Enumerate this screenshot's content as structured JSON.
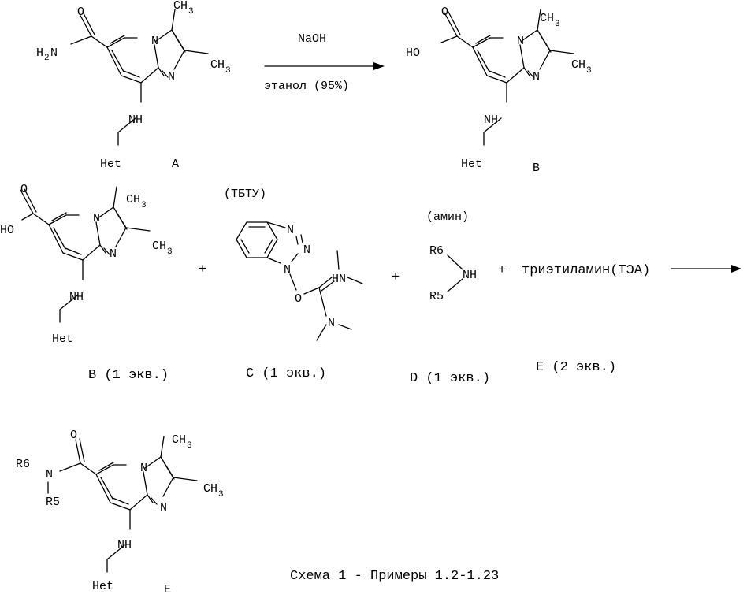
{
  "reaction1": {
    "reagent": "NaOH",
    "solvent": "этанол (95%)"
  },
  "reaction2": {
    "reagent_c_name": "(ТБТУ)",
    "reagent_d_name": "(амин)",
    "base": "триэтиламин(ТЭА)",
    "plus": "+"
  },
  "labels": {
    "A": "A",
    "B": "B",
    "E": "E",
    "B_equiv": "B (1 экв.)",
    "C_equiv": "C (1 экв.)",
    "D_equiv": "D (1 экв.)",
    "E_equiv": "E (2 экв.)"
  },
  "atoms": {
    "NH": "NH",
    "N": "N",
    "Het": "Het",
    "HO": "HO",
    "O": "O",
    "H2N_H": "H",
    "H2N_2": "2",
    "H2N_N": "N",
    "CH": "CH",
    "sub3": "3",
    "R5": "R5",
    "R6": "R6",
    "HN": "HN"
  },
  "caption": "Схема 1 - Примеры 1.2-1.23"
}
